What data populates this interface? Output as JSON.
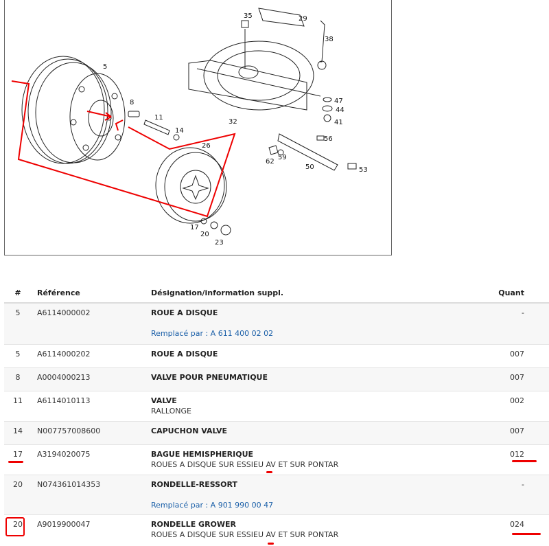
{
  "diagram": {
    "callouts": [
      "35",
      "29",
      "38",
      "5",
      "8",
      "11",
      "14",
      "32",
      "47",
      "44",
      "41",
      "56",
      "26",
      "62",
      "59",
      "50",
      "53",
      "17",
      "20",
      "23"
    ]
  },
  "table": {
    "headers": [
      "#",
      "Référence",
      "Désignation/information suppl.",
      "Quant"
    ],
    "rows": [
      {
        "num": "5",
        "ref": "A6114000002",
        "designation": "ROUE A DISQUE",
        "sub": "",
        "replaced": "Remplacé par : A 611 400 02 02",
        "qty": "-"
      },
      {
        "num": "5",
        "ref": "A6114000202",
        "designation": "ROUE A DISQUE",
        "sub": "",
        "replaced": "",
        "qty": "007"
      },
      {
        "num": "8",
        "ref": "A0004000213",
        "designation": "VALVE POUR PNEUMATIQUE",
        "sub": "",
        "replaced": "",
        "qty": "007"
      },
      {
        "num": "11",
        "ref": "A6114010113",
        "designation": "VALVE",
        "sub": "RALLONGE",
        "replaced": "",
        "qty": "002"
      },
      {
        "num": "14",
        "ref": "N007757008600",
        "designation": "CAPUCHON VALVE",
        "sub": "",
        "replaced": "",
        "qty": "007"
      },
      {
        "num": "17",
        "ref": "A3194020075",
        "designation": "BAGUE HEMISPHERIQUE",
        "sub": "ROUES A DISQUE SUR ESSIEU AV ET SUR PONTAR",
        "replaced": "",
        "qty": "012"
      },
      {
        "num": "20",
        "ref": "N074361014353",
        "designation": "RONDELLE-RESSORT",
        "sub": "",
        "replaced": "Remplacé par : A 901 990 00 47",
        "qty": "-"
      },
      {
        "num": "20",
        "ref": "A9019900047",
        "designation": "RONDELLE GROWER",
        "sub": "ROUES A DISQUE SUR ESSIEU AV ET SUR PONTAR",
        "replaced": "",
        "qty": "024"
      }
    ]
  }
}
